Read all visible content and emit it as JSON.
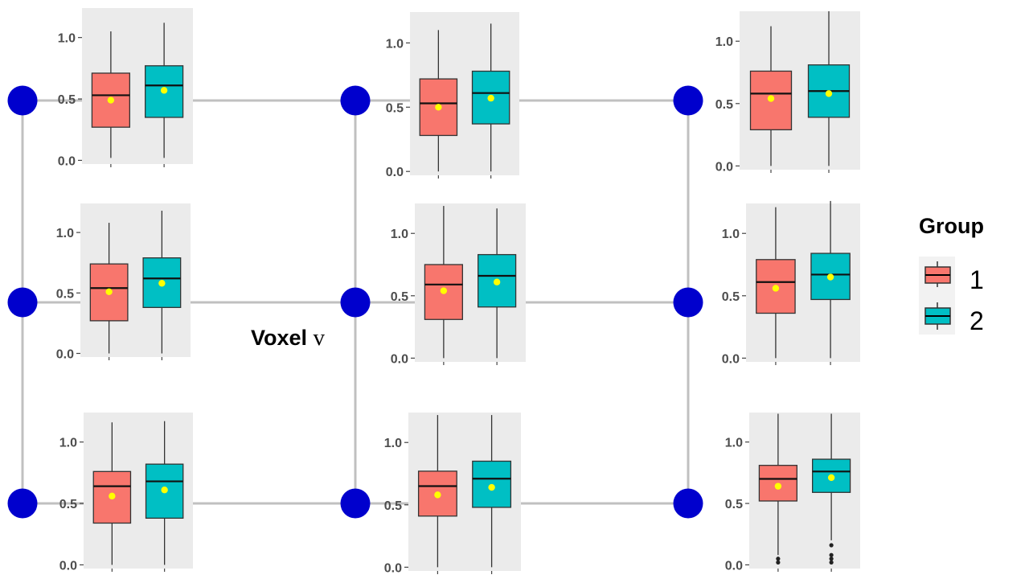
{
  "center_label": {
    "prefix": "Voxel ",
    "symbol": "v"
  },
  "legend": {
    "title": "Group",
    "labels": [
      "1",
      "2"
    ]
  },
  "colors": {
    "group_1": "#f8766d",
    "group_2": "#00bfc4",
    "mean_point": "#ffff00",
    "node": "#0000cd",
    "edge": "#c0c0c0",
    "panel_bg": "#ebebeb",
    "box_outline": "#333333"
  },
  "chart_data": [
    {
      "type": "box",
      "panel": "row1-col1",
      "yticks": [
        "0.0",
        "0.5",
        "1.0"
      ],
      "ylim": [
        -0.03,
        1.24
      ],
      "grid": false,
      "legend": "none",
      "series": [
        {
          "name": "1",
          "min": 0.02,
          "q1": 0.27,
          "median": 0.53,
          "q3": 0.71,
          "max": 1.05,
          "mean": 0.49,
          "outliers": []
        },
        {
          "name": "2",
          "min": 0.02,
          "q1": 0.35,
          "median": 0.61,
          "q3": 0.77,
          "max": 1.12,
          "mean": 0.57,
          "outliers": []
        }
      ]
    },
    {
      "type": "box",
      "panel": "row1-col2",
      "yticks": [
        "0.0",
        "0.5",
        "1.0"
      ],
      "ylim": [
        -0.03,
        1.24
      ],
      "grid": false,
      "legend": "none",
      "series": [
        {
          "name": "1",
          "min": 0.0,
          "q1": 0.28,
          "median": 0.53,
          "q3": 0.72,
          "max": 1.1,
          "mean": 0.5,
          "outliers": []
        },
        {
          "name": "2",
          "min": 0.0,
          "q1": 0.37,
          "median": 0.61,
          "q3": 0.78,
          "max": 1.15,
          "mean": 0.57,
          "outliers": []
        }
      ]
    },
    {
      "type": "box",
      "panel": "row1-col3",
      "yticks": [
        "0.0",
        "0.5",
        "1.0"
      ],
      "ylim": [
        -0.03,
        1.24
      ],
      "grid": false,
      "legend": "none",
      "series": [
        {
          "name": "1",
          "min": 0.0,
          "q1": 0.29,
          "median": 0.58,
          "q3": 0.76,
          "max": 1.12,
          "mean": 0.54,
          "outliers": []
        },
        {
          "name": "2",
          "min": 0.0,
          "q1": 0.39,
          "median": 0.6,
          "q3": 0.81,
          "max": 1.24,
          "mean": 0.58,
          "outliers": []
        }
      ]
    },
    {
      "type": "box",
      "panel": "row2-col1",
      "yticks": [
        "0.0",
        "0.5",
        "1.0"
      ],
      "ylim": [
        -0.03,
        1.24
      ],
      "grid": false,
      "legend": "none",
      "series": [
        {
          "name": "1",
          "min": 0.0,
          "q1": 0.27,
          "median": 0.54,
          "q3": 0.74,
          "max": 1.08,
          "mean": 0.51,
          "outliers": []
        },
        {
          "name": "2",
          "min": 0.0,
          "q1": 0.38,
          "median": 0.62,
          "q3": 0.79,
          "max": 1.18,
          "mean": 0.58,
          "outliers": []
        }
      ]
    },
    {
      "type": "box",
      "panel": "row2-col2",
      "yticks": [
        "0.0",
        "0.5",
        "1.0"
      ],
      "ylim": [
        -0.03,
        1.24
      ],
      "grid": false,
      "legend": "none",
      "series": [
        {
          "name": "1",
          "min": 0.0,
          "q1": 0.31,
          "median": 0.59,
          "q3": 0.75,
          "max": 1.22,
          "mean": 0.54,
          "outliers": []
        },
        {
          "name": "2",
          "min": 0.0,
          "q1": 0.41,
          "median": 0.66,
          "q3": 0.83,
          "max": 1.2,
          "mean": 0.61,
          "outliers": []
        }
      ]
    },
    {
      "type": "box",
      "panel": "row2-col3",
      "yticks": [
        "0.0",
        "0.5",
        "1.0"
      ],
      "ylim": [
        -0.03,
        1.24
      ],
      "grid": false,
      "legend": "none",
      "series": [
        {
          "name": "1",
          "min": 0.0,
          "q1": 0.36,
          "median": 0.61,
          "q3": 0.79,
          "max": 1.21,
          "mean": 0.56,
          "outliers": []
        },
        {
          "name": "2",
          "min": 0.0,
          "q1": 0.47,
          "median": 0.67,
          "q3": 0.84,
          "max": 1.26,
          "mean": 0.65,
          "outliers": []
        }
      ]
    },
    {
      "type": "box",
      "panel": "row3-col1",
      "yticks": [
        "0.0",
        "0.5",
        "1.0"
      ],
      "ylim": [
        -0.03,
        1.24
      ],
      "grid": false,
      "legend": "none",
      "series": [
        {
          "name": "1",
          "min": 0.0,
          "q1": 0.34,
          "median": 0.64,
          "q3": 0.76,
          "max": 1.16,
          "mean": 0.56,
          "outliers": []
        },
        {
          "name": "2",
          "min": 0.0,
          "q1": 0.38,
          "median": 0.68,
          "q3": 0.82,
          "max": 1.17,
          "mean": 0.61,
          "outliers": []
        }
      ]
    },
    {
      "type": "box",
      "panel": "row3-col2",
      "yticks": [
        "0.0",
        "0.5",
        "1.0"
      ],
      "ylim": [
        -0.03,
        1.24
      ],
      "grid": false,
      "legend": "none",
      "series": [
        {
          "name": "1",
          "min": 0.0,
          "q1": 0.41,
          "median": 0.65,
          "q3": 0.77,
          "max": 1.22,
          "mean": 0.58,
          "outliers": []
        },
        {
          "name": "2",
          "min": 0.0,
          "q1": 0.48,
          "median": 0.71,
          "q3": 0.85,
          "max": 1.22,
          "mean": 0.64,
          "outliers": []
        }
      ]
    },
    {
      "type": "box",
      "panel": "row3-col3",
      "yticks": [
        "0.0",
        "0.5",
        "1.0"
      ],
      "ylim": [
        -0.03,
        1.24
      ],
      "grid": false,
      "legend": "none",
      "series": [
        {
          "name": "1",
          "min": 0.08,
          "q1": 0.52,
          "median": 0.7,
          "q3": 0.81,
          "max": 1.23,
          "mean": 0.64,
          "outliers": [
            0.02,
            0.05
          ]
        },
        {
          "name": "2",
          "min": 0.2,
          "q1": 0.59,
          "median": 0.76,
          "q3": 0.86,
          "max": 1.23,
          "mean": 0.71,
          "outliers": [
            0.02,
            0.05,
            0.08,
            0.16
          ]
        }
      ]
    }
  ]
}
